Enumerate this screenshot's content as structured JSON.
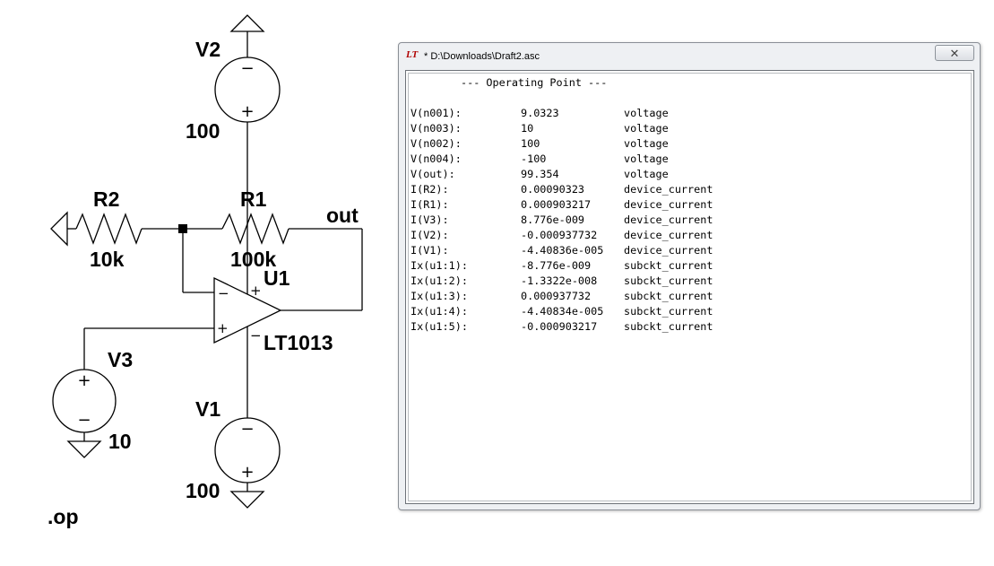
{
  "schematic": {
    "components": {
      "v2": {
        "name": "V2",
        "value": "100"
      },
      "r2": {
        "name": "R2",
        "value": "10k"
      },
      "r1": {
        "name": "R1",
        "value": "100k"
      },
      "u1": {
        "name": "U1",
        "model": "LT1013"
      },
      "v3": {
        "name": "V3",
        "value": "10"
      },
      "v1": {
        "name": "V1",
        "value": "100"
      }
    },
    "net_label_out": "out",
    "directive": ".op",
    "symbols": {
      "minus": "−",
      "plus": "+"
    }
  },
  "window": {
    "app_icon": "LT",
    "title": "* D:\\Downloads\\Draft2.asc",
    "close_glyph": "✕",
    "heading": "--- Operating Point ---",
    "rows": [
      {
        "name": "V(n001):",
        "value": "9.0323",
        "type": "voltage"
      },
      {
        "name": "V(n003):",
        "value": "10",
        "type": "voltage"
      },
      {
        "name": "V(n002):",
        "value": "100",
        "type": "voltage"
      },
      {
        "name": "V(n004):",
        "value": "-100",
        "type": "voltage"
      },
      {
        "name": "V(out):",
        "value": "99.354",
        "type": "voltage"
      },
      {
        "name": "I(R2):",
        "value": "0.00090323",
        "type": "device_current"
      },
      {
        "name": "I(R1):",
        "value": "0.000903217",
        "type": "device_current"
      },
      {
        "name": "I(V3):",
        "value": "8.776e-009",
        "type": "device_current"
      },
      {
        "name": "I(V2):",
        "value": "-0.000937732",
        "type": "device_current"
      },
      {
        "name": "I(V1):",
        "value": "-4.40836e-005",
        "type": "device_current"
      },
      {
        "name": "Ix(u1:1):",
        "value": "-8.776e-009",
        "type": "subckt_current"
      },
      {
        "name": "Ix(u1:2):",
        "value": "-1.3322e-008",
        "type": "subckt_current"
      },
      {
        "name": "Ix(u1:3):",
        "value": "0.000937732",
        "type": "subckt_current"
      },
      {
        "name": "Ix(u1:4):",
        "value": "-4.40834e-005",
        "type": "subckt_current"
      },
      {
        "name": "Ix(u1:5):",
        "value": "-0.000903217",
        "type": "subckt_current"
      }
    ]
  }
}
